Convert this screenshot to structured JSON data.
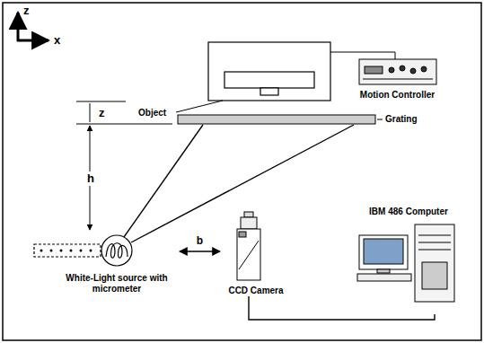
{
  "diagram": {
    "nodes": [
      {
        "text": [
          "Motion Controller"
        ]
      },
      {
        "text": [
          "White-Light source with micrometer"
        ]
      },
      {
        "text": [
          "CCD Camera"
        ]
      },
      {
        "text": [
          "IBM 486 Computer"
        ]
      }
    ],
    "edges": [
      {
        "from": 1,
        "to": 2,
        "label": "b",
        "arrow": "both"
      },
      {
        "from": 2,
        "to": 3,
        "arrow": "none"
      }
    ],
    "labels": [
      "z",
      "x",
      "z",
      "h",
      "Object",
      "Grating"
    ]
  }
}
